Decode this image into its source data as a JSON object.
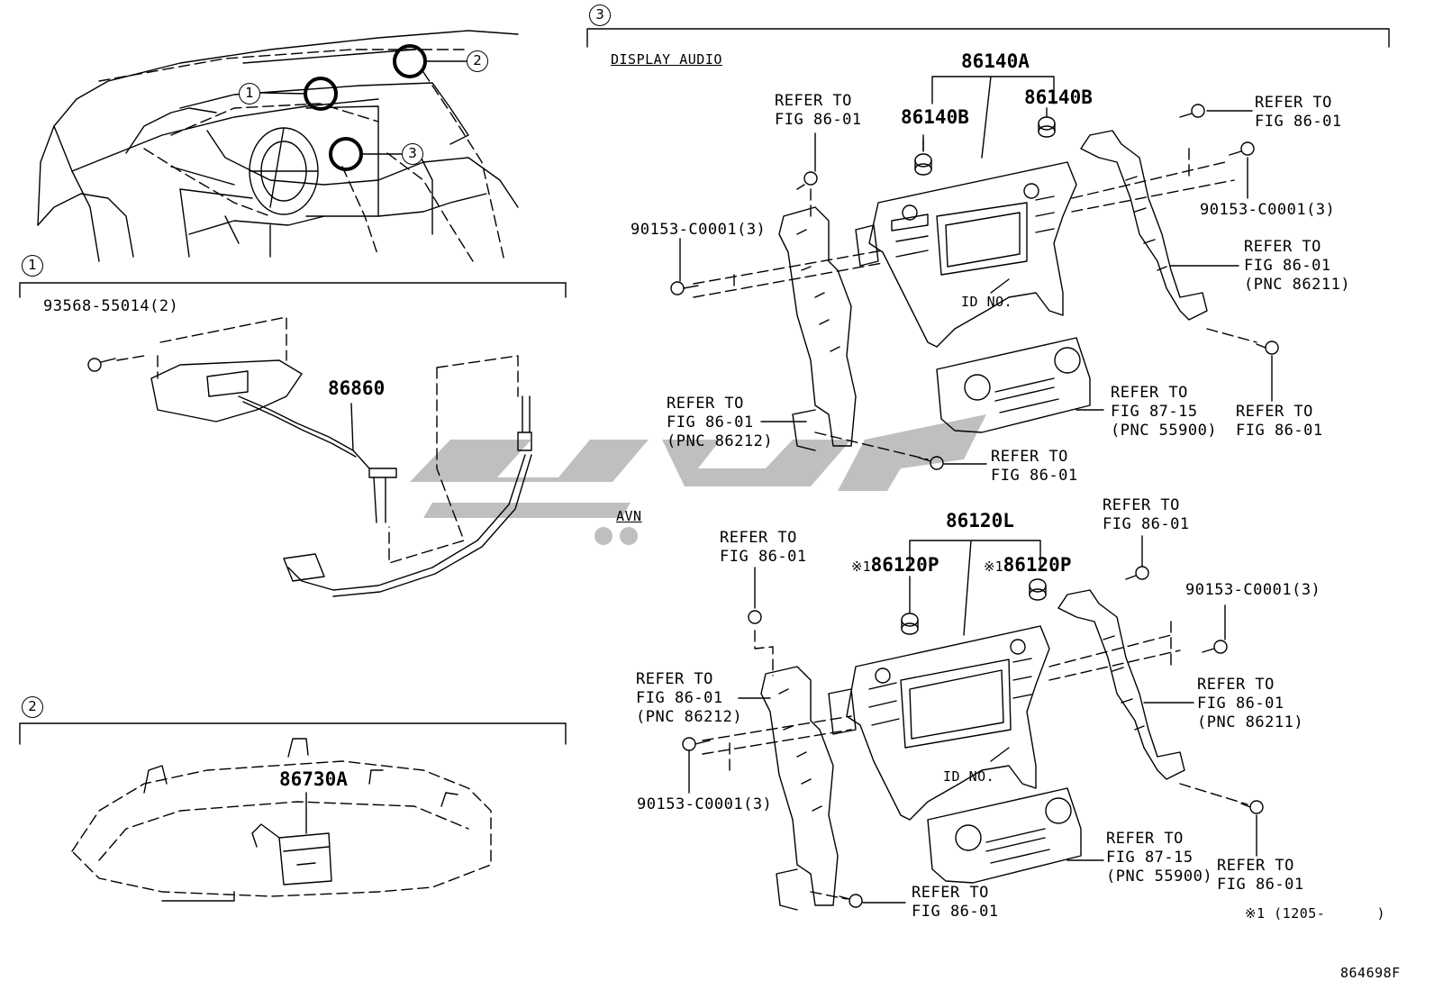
{
  "diagram_code": "864698F",
  "watermark": "yekta",
  "section3": {
    "marker": "3",
    "display_audio": {
      "heading": "DISPLAY AUDIO",
      "main_part": "86140A",
      "knob_left": "86140B",
      "knob_right": "86140B",
      "refer_bracket_screw_left": [
        "REFER TO",
        "FIG 86-01"
      ],
      "screw_left": "90153-C0001(3)",
      "refer_screw_top_right": [
        "REFER TO",
        "FIG 86-01"
      ],
      "screw_right": "90153-C0001(3)",
      "refer_bracket_right": [
        "REFER TO",
        "FIG 86-01",
        "(PNC 86211)"
      ],
      "id_no": "ID NO.",
      "refer_climate": [
        "REFER TO",
        "FIG 87-15",
        "(PNC 55900)"
      ],
      "refer_screw_bottom_right": [
        "REFER TO",
        "FIG 86-01"
      ],
      "refer_bracket_left": [
        "REFER TO",
        "FIG 86-01",
        "(PNC 86212)"
      ],
      "refer_screw_bottom": [
        "REFER TO",
        "FIG 86-01"
      ]
    },
    "avn": {
      "heading": "AVN",
      "main_part": "86120L",
      "knob_left_mark": "※1",
      "knob_left": "86120P",
      "knob_right_mark": "※1",
      "knob_right": "86120P",
      "refer_screw_top_left": [
        "REFER TO",
        "FIG 86-01"
      ],
      "refer_screw_top_right": [
        "REFER TO",
        "FIG 86-01"
      ],
      "screw_right": "90153-C0001(3)",
      "refer_bracket_left": [
        "REFER TO",
        "FIG 86-01",
        "(PNC 86212)"
      ],
      "refer_bracket_right": [
        "REFER TO",
        "FIG 86-01",
        "(PNC 86211)"
      ],
      "screw_left": "90153-C0001(3)",
      "id_no": "ID NO.",
      "refer_climate": [
        "REFER TO",
        "FIG 87-15",
        "(PNC 55900)"
      ],
      "refer_screw_bottom": [
        "REFER TO",
        "FIG 86-01"
      ],
      "refer_screw_bottom_right": [
        "REFER TO",
        "FIG 86-01"
      ],
      "footnote": "※1 (1205-      )"
    }
  },
  "section1": {
    "marker": "1",
    "screw": "93568-55014(2)",
    "part": "86860"
  },
  "section2": {
    "marker": "2",
    "part": "86730A"
  },
  "overview": {
    "callout_1": "1",
    "callout_2": "2",
    "callout_3": "3"
  }
}
